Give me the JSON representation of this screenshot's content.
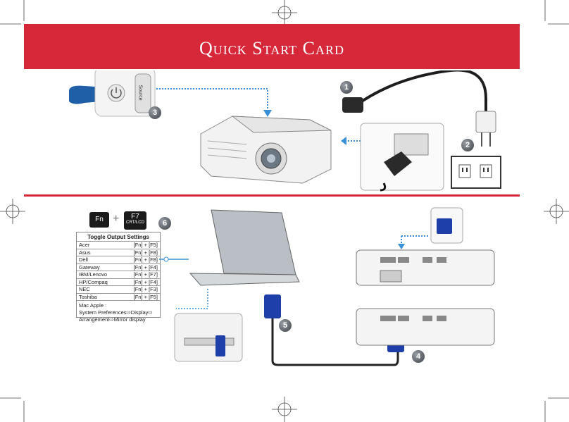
{
  "header": {
    "title": "Quick Start Card"
  },
  "steps": [
    "1",
    "2",
    "3",
    "4",
    "5",
    "6"
  ],
  "remote": {
    "button_label": "Source"
  },
  "keys": {
    "fn": "Fn",
    "plus": "+",
    "f7": "F7",
    "f7_sub": "CRT/LCD"
  },
  "toggle_table": {
    "title": "Toggle Output Settings",
    "rows": [
      {
        "brand": "Acer",
        "keys": "[Fn] + [F5]"
      },
      {
        "brand": "Asus",
        "keys": "[Fn] + [F8]"
      },
      {
        "brand": "Dell",
        "keys": "[Fn] + [F8]"
      },
      {
        "brand": "Gateway",
        "keys": "[Fn] + [F4]"
      },
      {
        "brand": "IBM/Lenovo",
        "keys": "[Fn] + [F7]"
      },
      {
        "brand": "HP/Compaq",
        "keys": "[Fn] + [F4]"
      },
      {
        "brand": "NEC",
        "keys": "[Fn] + [F3]"
      },
      {
        "brand": "Toshiba",
        "keys": "[Fn] + [F5]"
      }
    ],
    "mac_label": "Mac Apple :",
    "mac_line1": "System Preferences⇨Display⇨",
    "mac_line2": "Arrangement⇨Mirror display"
  },
  "colors": {
    "accent": "#d7283a",
    "arrow": "#3a8fd6",
    "cable": "#1e3ea8"
  }
}
